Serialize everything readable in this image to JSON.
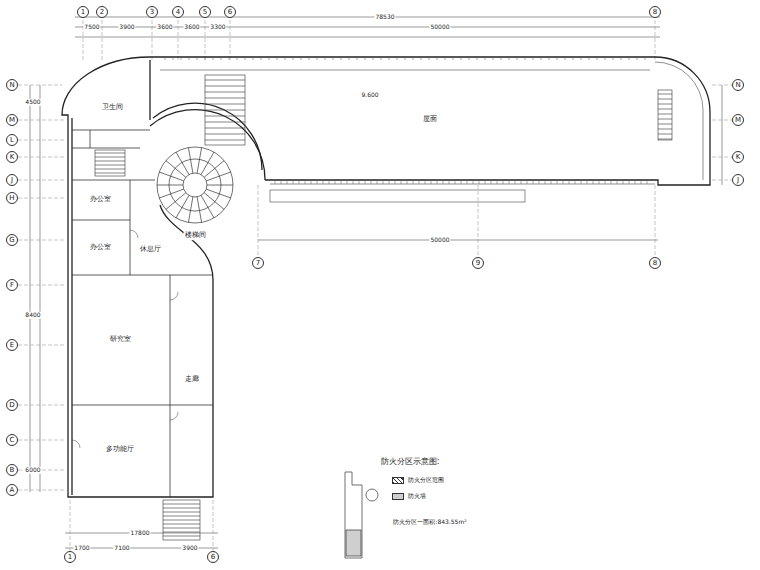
{
  "diagram": {
    "nodes": [
      {
        "text": [
          "1"
        ]
      },
      {
        "text": [
          "2"
        ]
      },
      {
        "text": [
          "3"
        ]
      },
      {
        "text": [
          "4"
        ]
      },
      {
        "text": [
          "5"
        ]
      },
      {
        "text": [
          "6"
        ]
      },
      {
        "text": [
          "8"
        ]
      },
      {
        "text": [
          "N"
        ]
      },
      {
        "text": [
          "M"
        ]
      },
      {
        "text": [
          "L"
        ]
      },
      {
        "text": [
          "K"
        ]
      },
      {
        "text": [
          "J"
        ]
      },
      {
        "text": [
          "H"
        ]
      },
      {
        "text": [
          "G"
        ]
      },
      {
        "text": [
          "F"
        ]
      },
      {
        "text": [
          "E"
        ]
      },
      {
        "text": [
          "D"
        ]
      },
      {
        "text": [
          "C"
        ]
      },
      {
        "text": [
          "B"
        ]
      },
      {
        "text": [
          "A"
        ]
      },
      {
        "text": [
          "N"
        ]
      },
      {
        "text": [
          "M"
        ]
      },
      {
        "text": [
          "K"
        ]
      },
      {
        "text": [
          "J"
        ]
      },
      {
        "text": [
          "7"
        ]
      },
      {
        "text": [
          "9"
        ]
      },
      {
        "text": [
          "8"
        ]
      },
      {
        "text": [
          "1"
        ]
      },
      {
        "text": [
          "6"
        ]
      }
    ],
    "labels": [
      "78530",
      "7500",
      "3900",
      "3600",
      "3600",
      "3300",
      "50000",
      "17800",
      "1700",
      "7100",
      "3900",
      "50000",
      "卫生间",
      "楼梯间",
      "办公室",
      "办公室",
      "休息厅",
      "研究室",
      "多功能厅",
      "走廊",
      "屋面",
      "9.600",
      "防火分区示意图:",
      "防火分区一面积:843.55m²",
      "4500",
      "8400",
      "6000"
    ],
    "legend": [
      {
        "text": "防火分区范围"
      },
      {
        "text": "防火墙"
      }
    ]
  }
}
